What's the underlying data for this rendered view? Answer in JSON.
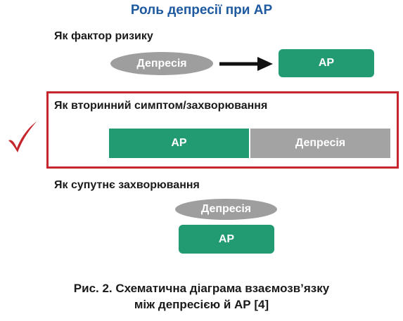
{
  "title": "Роль депресії при АР",
  "sections": [
    {
      "label": "Як фактор ризику",
      "cause": "Депресія",
      "effect": "АР"
    },
    {
      "label": "Як вторинний симптом/захворювання",
      "left_block": "АР",
      "right_block": "Депресія"
    },
    {
      "label": "Як супутнє захворювання",
      "top_block": "Депресія",
      "bottom_block": "АР"
    }
  ],
  "caption": {
    "line1": "Рис. 2. Схематична діаграма взаємозв’язку",
    "line2": "між депресією й АР [4]"
  },
  "colors": {
    "title": "#1f5aa0",
    "green": "#229a72",
    "gray": "#9e9e9e",
    "highlight": "#c5262e"
  }
}
